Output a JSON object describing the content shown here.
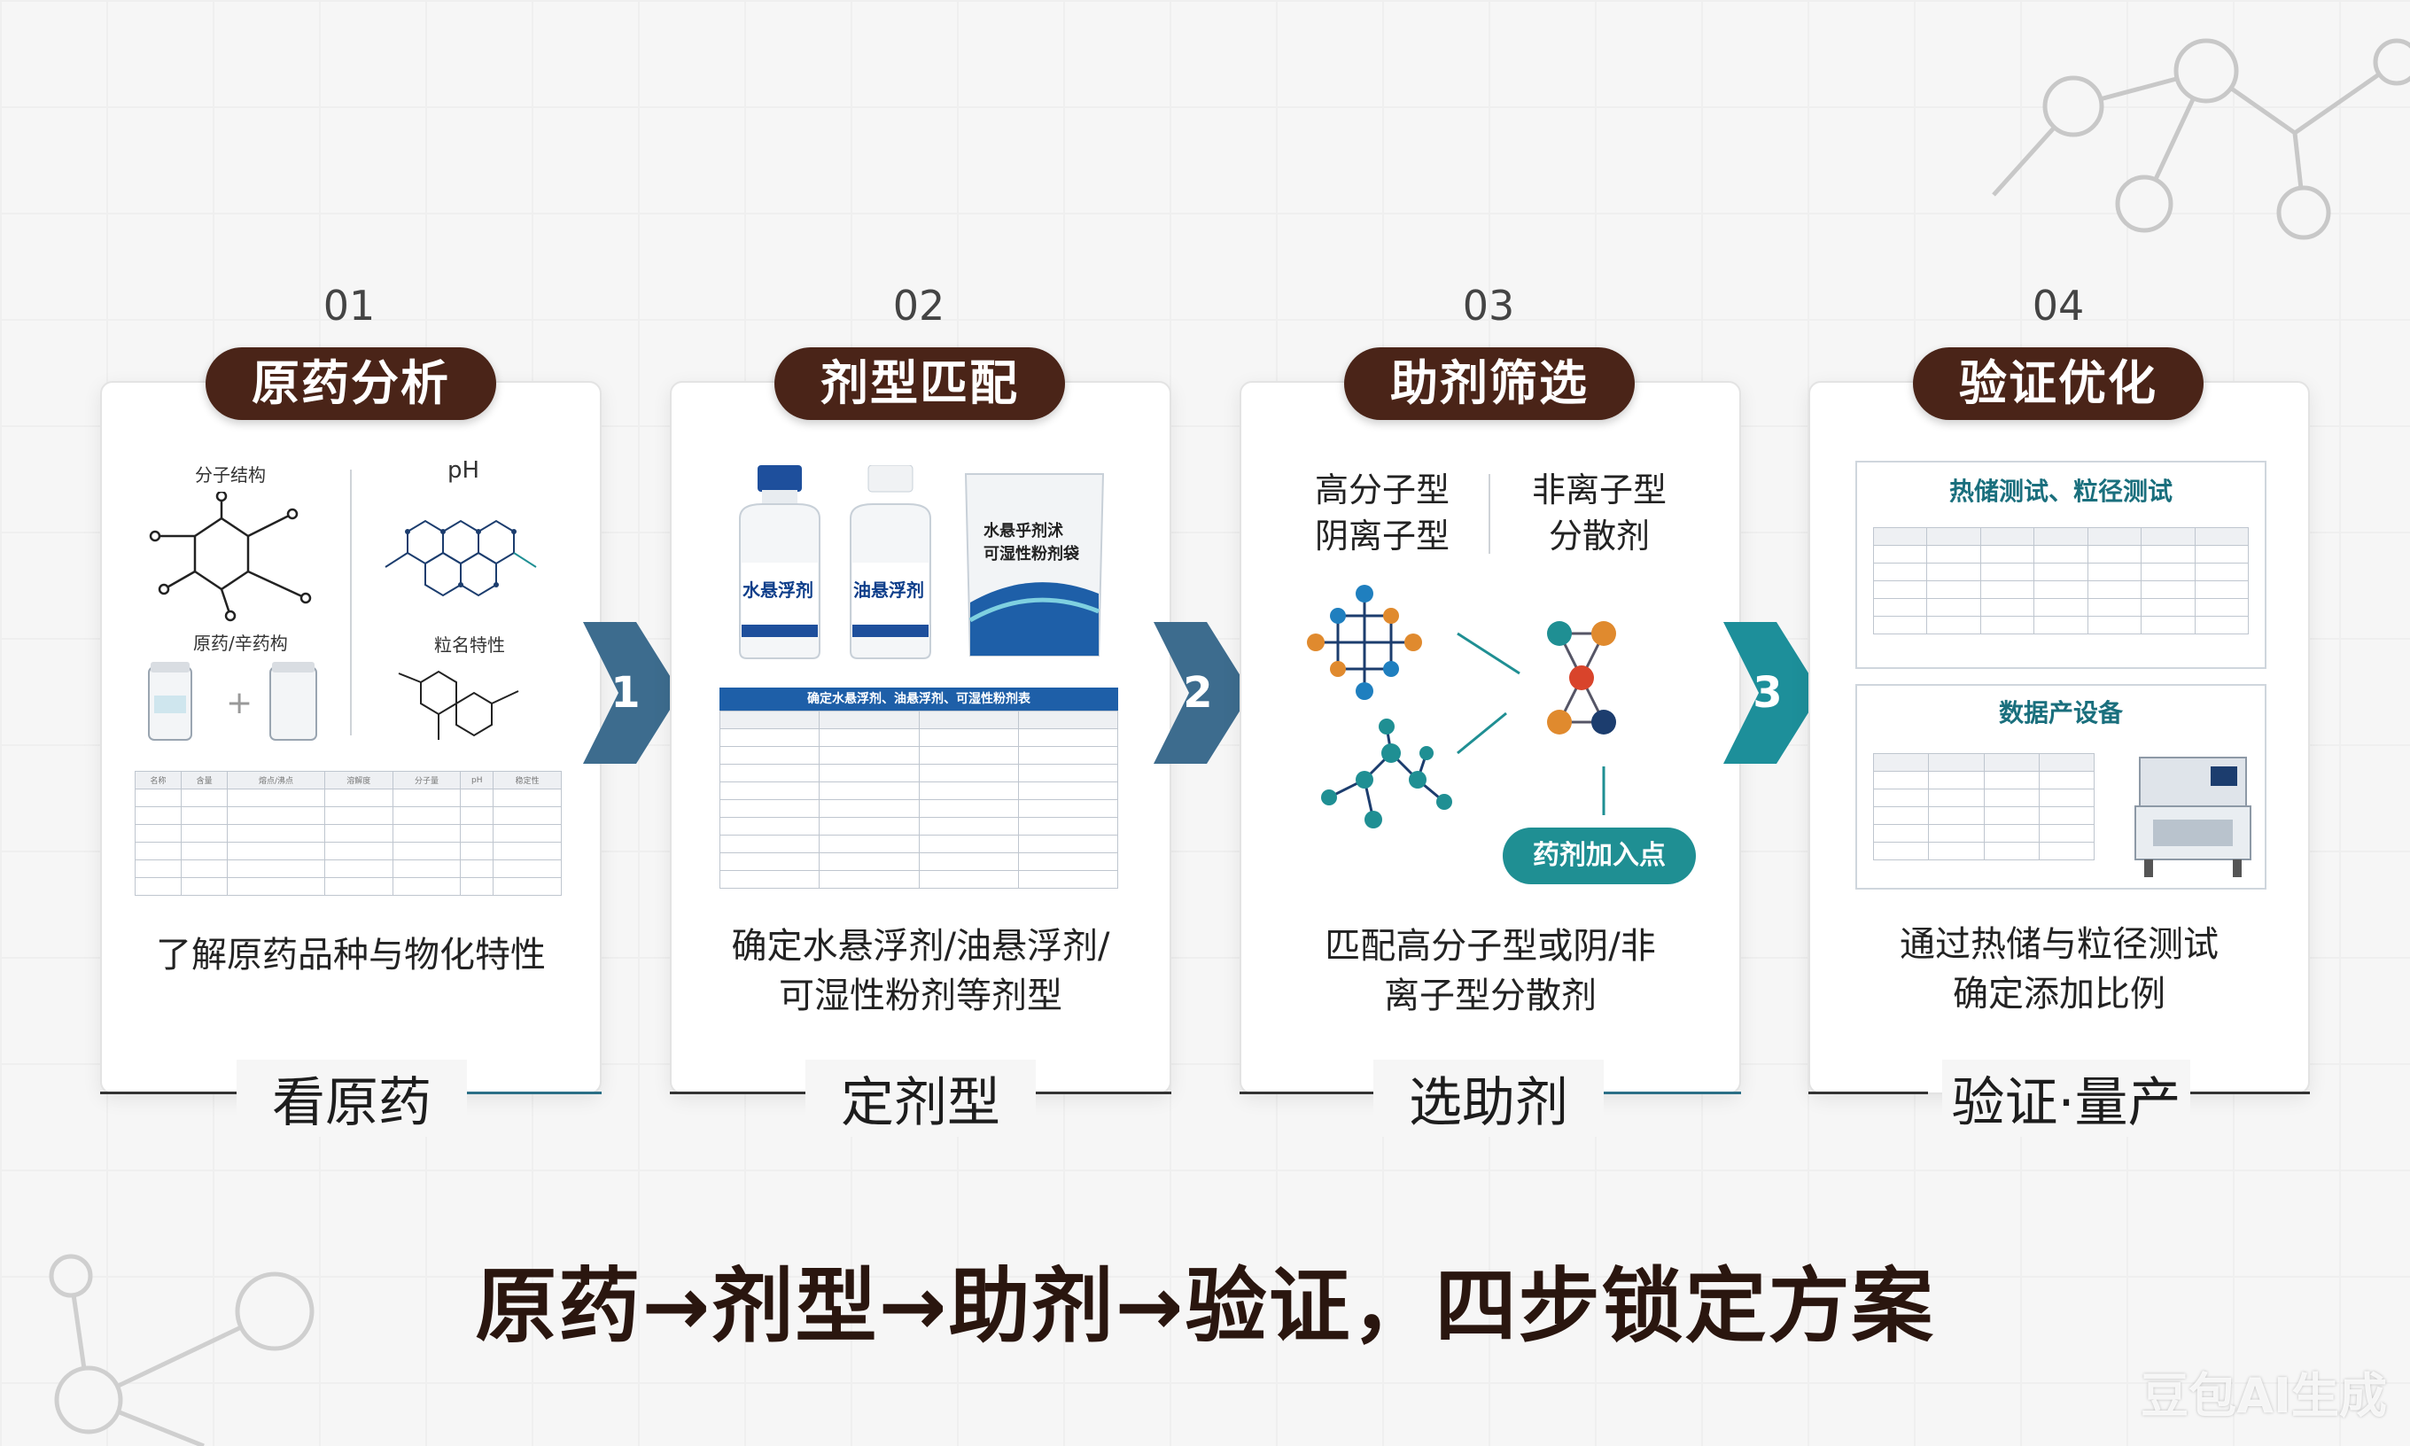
{
  "title": "原药→剂型→助剂→验证，四步锁定方案",
  "watermark": "豆包AI生成",
  "steps": [
    {
      "num": "01",
      "title": "原药分析",
      "desc": "了解原药品种与物化特性",
      "footer": "看原药",
      "labels": {
        "structure": "分子结构",
        "ph": "pH",
        "variety": "原药/辛药构",
        "particle": "粒名特性"
      }
    },
    {
      "num": "02",
      "title": "剂型匹配",
      "desc": "确定水悬浮剂/油悬浮剂/\n可湿性粉剂等剂型",
      "footer": "定剂型",
      "labels": {
        "bottle1": "水悬浮剂",
        "bottle2": "油悬浮剂",
        "bag": "水悬乎剂沭\n可湿性粉剂袋",
        "table_header": "确定水悬浮剂、油悬浮剂、可湿性粉剂表"
      }
    },
    {
      "num": "03",
      "title": "助剂筛选",
      "desc": "匹配高分子型或阴/非\n离子型分散剂",
      "footer": "选助剂",
      "labels": {
        "left": "高分子型\n阴离子型",
        "right": "非离子型\n分散剂",
        "point": "药剂加入点"
      }
    },
    {
      "num": "04",
      "title": "验证优化",
      "desc": "通过热储与粒径测试\n确定添加比例",
      "footer": "验证·量产",
      "labels": {
        "test": "热储测试、粒径测试",
        "data": "数据产设备"
      }
    }
  ],
  "arrows": [
    "1",
    "2",
    "3"
  ],
  "colors": {
    "pill": "#4a2418",
    "arrow_blue": "#3d6c8e",
    "arrow_teal": "#1d8f9a",
    "accent_line": "#2b6f86"
  }
}
